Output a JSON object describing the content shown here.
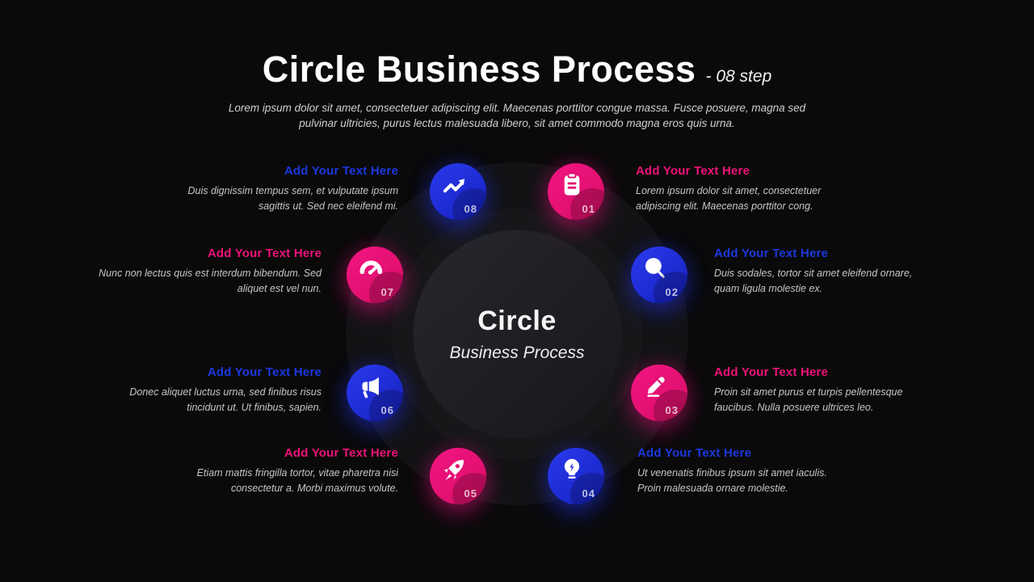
{
  "slide": {
    "title": "Circle Business Process",
    "title_suffix": "- 08 step",
    "subtitle_line1": "Lorem ipsum dolor sit amet, consectetuer adipiscing elit. Maecenas porttitor congue massa. Fusce posuere, magna sed",
    "subtitle_line2": "pulvinar ultricies, purus lectus malesuada libero, sit amet commodo magna eros quis urna.",
    "center": {
      "title": "Circle",
      "subtitle": "Business Process"
    }
  },
  "colors": {
    "background": "#0a0a0b",
    "pink_accent": "#ee1279",
    "blue_accent": "#1c38dd",
    "body_text": "#c6c6c6"
  },
  "steps": [
    {
      "number": "01",
      "color": "pink",
      "icon": "clipboard-icon",
      "title": "Add Your Text Here",
      "description": "Lorem ipsum dolor sit amet, consectetuer adipiscing elit. Maecenas porttitor cong."
    },
    {
      "number": "02",
      "color": "blue",
      "icon": "search-icon",
      "title": "Add Your Text Here",
      "description": "Duis sodales, tortor sit amet eleifend ornare, quam ligula molestie ex."
    },
    {
      "number": "03",
      "color": "pink",
      "icon": "pencil-icon",
      "title": "Add Your Text Here",
      "description": "Proin sit amet purus et turpis pellentesque faucibus. Nulla posuere ultrices leo."
    },
    {
      "number": "04",
      "color": "blue",
      "icon": "lightbulb-icon",
      "title": "Add Your Text Here",
      "description": "Ut venenatis finibus ipsum sit amet iaculis. Proin malesuada ornare molestie."
    },
    {
      "number": "05",
      "color": "pink",
      "icon": "rocket-icon",
      "title": "Add Your Text Here",
      "description": "Etiam mattis fringilla tortor, vitae pharetra nisi consectetur a. Morbi maximus volute."
    },
    {
      "number": "06",
      "color": "blue",
      "icon": "megaphone-icon",
      "title": "Add Your Text Here",
      "description": "Donec aliquet luctus urna, sed finibus risus tincidunt ut. Ut finibus, sapien."
    },
    {
      "number": "07",
      "color": "pink",
      "icon": "gauge-icon",
      "title": "Add Your Text Here",
      "description": "Nunc non lectus quis est interdum bibendum. Sed aliquet est vel nun."
    },
    {
      "number": "08",
      "color": "blue",
      "icon": "trending-up-icon",
      "title": "Add Your Text Here",
      "description": "Duis dignissim tempus sem, et vulputate ipsum sagittis ut. Sed nec eleifend mi."
    }
  ]
}
